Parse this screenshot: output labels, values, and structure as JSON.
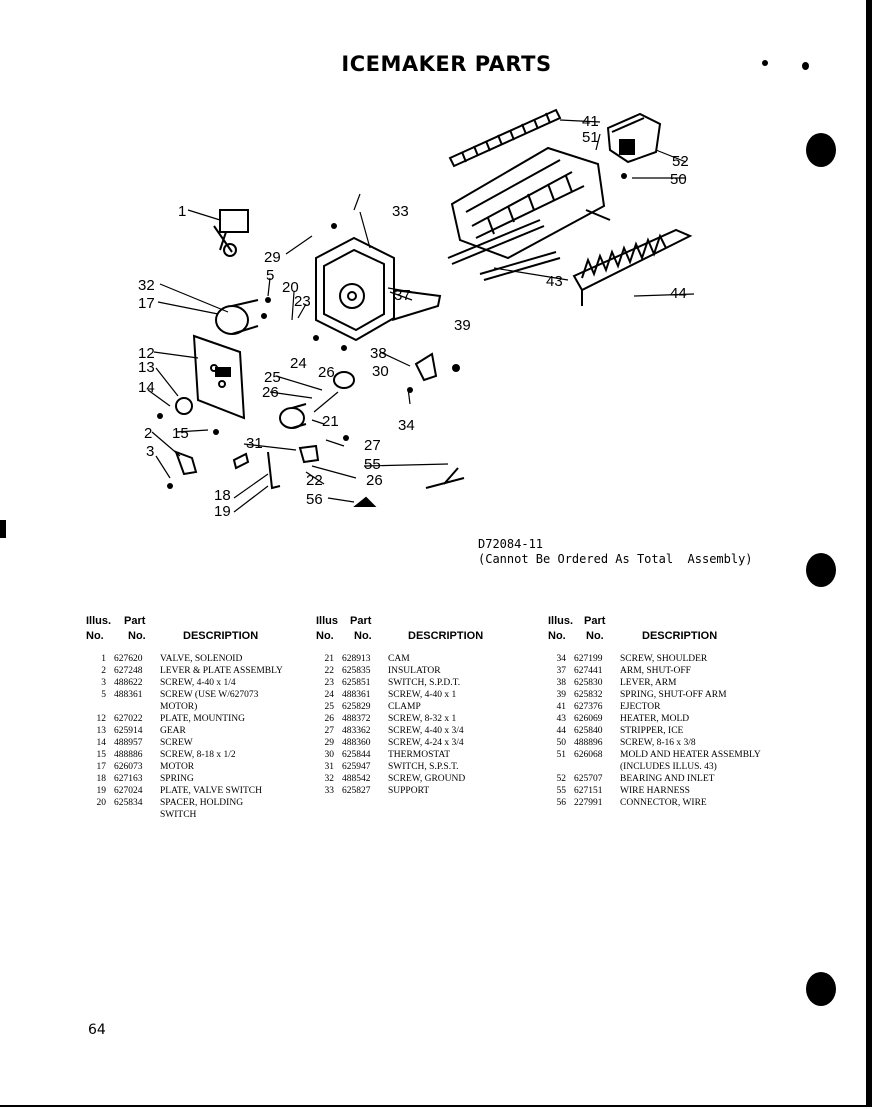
{
  "page": {
    "title": "ICEMAKER PARTS",
    "page_number": "64",
    "drawing_code": "D72084-11",
    "drawing_note": "(Cannot Be Ordered As Total  Assembly)"
  },
  "diagram": {
    "callouts": [
      "1",
      "2",
      "3",
      "5",
      "12",
      "13",
      "14",
      "15",
      "17",
      "18",
      "19",
      "20",
      "21",
      "22",
      "23",
      "24",
      "25",
      "26",
      "26",
      "26",
      "27",
      "29",
      "30",
      "31",
      "32",
      "33",
      "34",
      "37",
      "38",
      "39",
      "41",
      "43",
      "44",
      "50",
      "51",
      "52",
      "55",
      "56"
    ]
  },
  "table": {
    "header": {
      "illus": "Illus.",
      "part": "Part",
      "no": "No.",
      "no2": "No.",
      "description": "DESCRIPTION"
    },
    "header_mid": {
      "illus": "Illus",
      "part": "Part"
    },
    "columns": [
      [
        {
          "illus": "1",
          "part": "627620",
          "desc": "VALVE, SOLENOID"
        },
        {
          "illus": "2",
          "part": "627248",
          "desc": "LEVER & PLATE ASSEMBLY"
        },
        {
          "illus": "3",
          "part": "488622",
          "desc": "SCREW, 4-40 x 1/4"
        },
        {
          "illus": "5",
          "part": "488361",
          "desc": "SCREW (USE W/627073",
          "desc2": "MOTOR)"
        },
        {
          "illus": "12",
          "part": "627022",
          "desc": "PLATE, MOUNTING"
        },
        {
          "illus": "13",
          "part": "625914",
          "desc": "GEAR"
        },
        {
          "illus": "14",
          "part": "488957",
          "desc": "SCREW"
        },
        {
          "illus": "15",
          "part": "488886",
          "desc": "SCREW, 8-18 x 1/2"
        },
        {
          "illus": "17",
          "part": "626073",
          "desc": "MOTOR"
        },
        {
          "illus": "18",
          "part": "627163",
          "desc": "SPRING"
        },
        {
          "illus": "19",
          "part": "627024",
          "desc": "PLATE, VALVE SWITCH"
        },
        {
          "illus": "20",
          "part": "625834",
          "desc": "SPACER, HOLDING",
          "desc2": "SWITCH"
        }
      ],
      [
        {
          "illus": "21",
          "part": "628913",
          "desc": "CAM"
        },
        {
          "illus": "22",
          "part": "625835",
          "desc": "INSULATOR"
        },
        {
          "illus": "23",
          "part": "625851",
          "desc": "SWITCH, S.P.D.T."
        },
        {
          "illus": "24",
          "part": "488361",
          "desc": "SCREW, 4-40 x 1"
        },
        {
          "illus": "25",
          "part": "625829",
          "desc": "CLAMP"
        },
        {
          "illus": "26",
          "part": "488372",
          "desc": "SCREW, 8-32 x 1"
        },
        {
          "illus": "27",
          "part": "483362",
          "desc": "SCREW, 4-40 x 3/4"
        },
        {
          "illus": "29",
          "part": "488360",
          "desc": "SCREW, 4-24 x 3/4"
        },
        {
          "illus": "30",
          "part": "625844",
          "desc": "THERMOSTAT"
        },
        {
          "illus": "31",
          "part": "625947",
          "desc": "SWITCH, S.P.S.T."
        },
        {
          "illus": "32",
          "part": "488542",
          "desc": "SCREW, GROUND"
        },
        {
          "illus": "33",
          "part": "625827",
          "desc": "SUPPORT"
        }
      ],
      [
        {
          "illus": "34",
          "part": "627199",
          "desc": "SCREW, SHOULDER"
        },
        {
          "illus": "37",
          "part": "627441",
          "desc": "ARM, SHUT-OFF"
        },
        {
          "illus": "38",
          "part": "625830",
          "desc": "LEVER, ARM"
        },
        {
          "illus": "39",
          "part": "625832",
          "desc": "SPRING, SHUT-OFF ARM"
        },
        {
          "illus": "41",
          "part": "627376",
          "desc": "EJECTOR"
        },
        {
          "illus": "43",
          "part": "626069",
          "desc": "HEATER, MOLD"
        },
        {
          "illus": "44",
          "part": "625840",
          "desc": "STRIPPER, ICE"
        },
        {
          "illus": "50",
          "part": "488896",
          "desc": "SCREW, 8-16 x 3/8"
        },
        {
          "illus": "51",
          "part": "626068",
          "desc": "MOLD AND HEATER ASSEMBLY",
          "desc2": "(INCLUDES ILLUS. 43)"
        },
        {
          "illus": "52",
          "part": "625707",
          "desc": "BEARING AND INLET"
        },
        {
          "illus": "55",
          "part": "627151",
          "desc": "WIRE HARNESS"
        },
        {
          "illus": "56",
          "part": "227991",
          "desc": "CONNECTOR, WIRE"
        }
      ]
    ]
  }
}
